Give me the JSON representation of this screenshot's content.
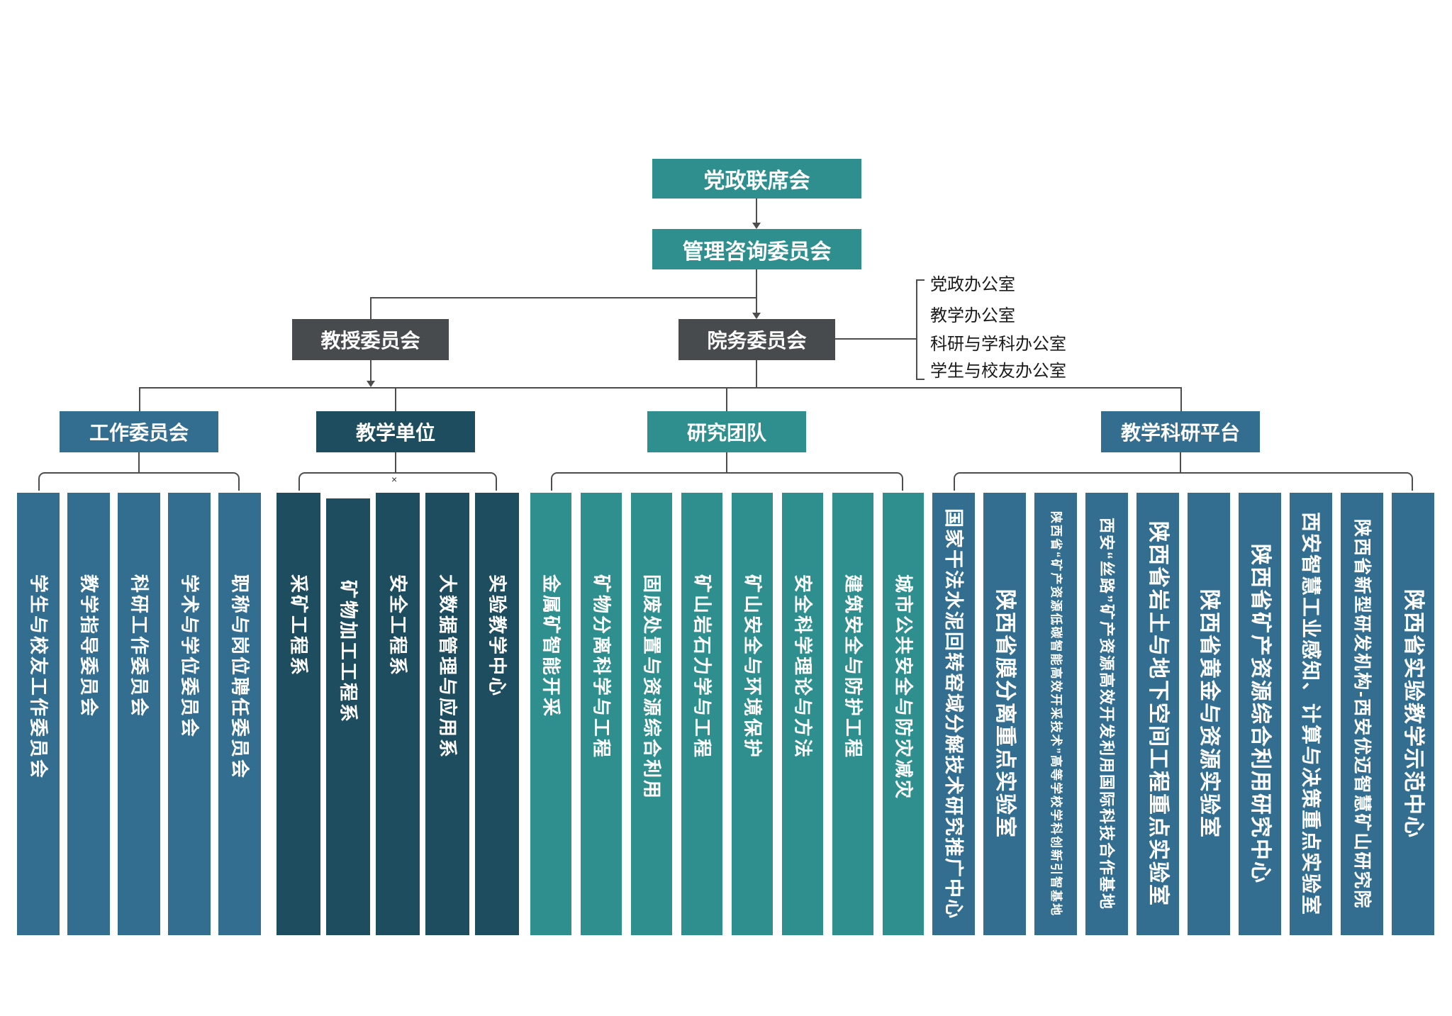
{
  "colors": {
    "teal": "#2F8E8E",
    "blue": "#336E91",
    "dark_teal": "#1E4D5F",
    "gray": "#484B4D",
    "line": "#4d4d4d",
    "office_text": "#1a1a1a"
  },
  "root": {
    "label": "党政联席会"
  },
  "advisory": {
    "label": "管理咨询委员会"
  },
  "professor_committee": {
    "label": "教授委员会"
  },
  "council": {
    "label": "院务委员会"
  },
  "offices": [
    "党政办公室",
    "教学办公室",
    "科研与学科办公室",
    "学生与校友办公室"
  ],
  "groups": [
    {
      "id": "work-committees",
      "label": "工作委员会",
      "color_key": "blue",
      "items": [
        "学生与校友工作委员会",
        "教学指导委员会",
        "科研工作委员会",
        "学术与学位委员会",
        "职称与岗位聘任委员会"
      ]
    },
    {
      "id": "teaching-units",
      "label": "教学单位",
      "color_key": "dark_teal",
      "items": [
        "采矿工程系",
        "矿物加工工程系",
        "安全工程系",
        "大数据管理与应用系",
        "实验教学中心"
      ]
    },
    {
      "id": "research-teams",
      "label": "研究团队",
      "color_key": "teal",
      "items": [
        "金属矿智能开采",
        "矿物分离科学与工程",
        "固废处置与资源综合利用",
        "矿山岩石力学与工程",
        "矿山安全与环境保护",
        "安全科学理论与方法",
        "建筑安全与防护工程",
        "城市公共安全与防灾减灾"
      ]
    },
    {
      "id": "platforms",
      "label": "教学科研平台",
      "color_key": "blue",
      "items": [
        "国家干法水泥回转窑域分解技术研究推广中心",
        "陕西省膜分离重点实验室",
        "陕西省“矿产资源低碳智能高效开采技术”高等学校学科创新引智基地",
        "西安“丝路”矿产资源高效开发利用国际科技合作基地",
        "陕西省岩土与地下空间工程重点实验室",
        "陕西省黄金与资源实验室",
        "陕西省矿产资源综合利用研究中心",
        "西安智慧工业感知、计算与决策重点实验室",
        "陕西省新型研发机构-西安优迈智慧矿山研究院",
        "陕西省实验教学示范中心"
      ]
    }
  ],
  "stray_mark": "×"
}
